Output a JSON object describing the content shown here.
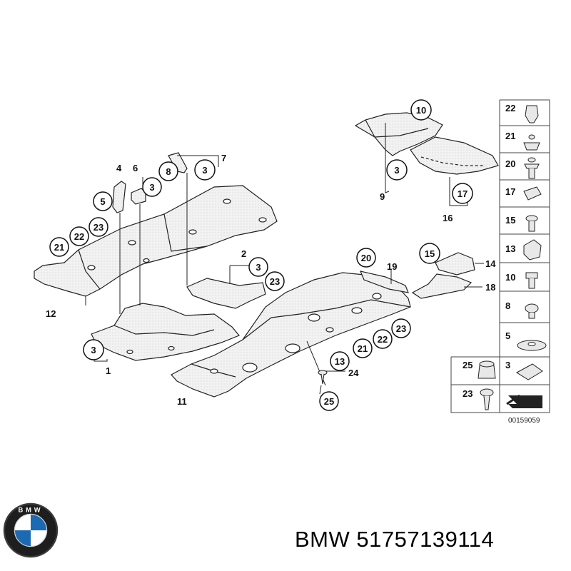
{
  "caption": {
    "brand": "BMW",
    "part_number": "51757139114"
  },
  "reference_code": "00159059",
  "logo_letters": "BMW",
  "callouts": {
    "c3_top": "3",
    "c8": "8",
    "c3_b": "3",
    "c5": "5",
    "c23_a": "23",
    "c22_a": "22",
    "c21_a": "21",
    "c3_mid": "3",
    "c23_mid": "23",
    "c3_left": "3",
    "c10": "10",
    "c3_right": "3",
    "c17": "17",
    "c20": "20",
    "c15": "15",
    "c23_b": "23",
    "c22_b": "22",
    "c21_b": "21",
    "c13": "13",
    "c25": "25"
  },
  "labels": {
    "l4": "4",
    "l6": "6",
    "l7": "7",
    "l12": "12",
    "l1": "1",
    "l2": "2",
    "l11": "11",
    "l9": "9",
    "l16": "16",
    "l19": "19",
    "l14": "14",
    "l18": "18",
    "l24": "24"
  },
  "fastener_panel": [
    {
      "num": "22",
      "icon": "clip-nut-icon"
    },
    {
      "num": "21",
      "icon": "expanding-nut-icon"
    },
    {
      "num": "20",
      "icon": "rivet-icon"
    },
    {
      "num": "17",
      "icon": "spring-clip-icon"
    },
    {
      "num": "15",
      "icon": "screw-icon"
    },
    {
      "num": "13",
      "icon": "bracket-clip-icon"
    },
    {
      "num": "10",
      "icon": "hex-bolt-icon"
    },
    {
      "num": "8",
      "icon": "collar-screw-icon"
    },
    {
      "num": "5",
      "icon": "washer-icon"
    }
  ],
  "fastener_pairs": [
    {
      "num": "25",
      "icon": "hex-nut-icon"
    },
    {
      "num": "3",
      "icon": "clip-icon"
    },
    {
      "num": "23",
      "icon": "self-tapping-screw-icon"
    },
    {
      "icon": "arrow-icon"
    }
  ]
}
